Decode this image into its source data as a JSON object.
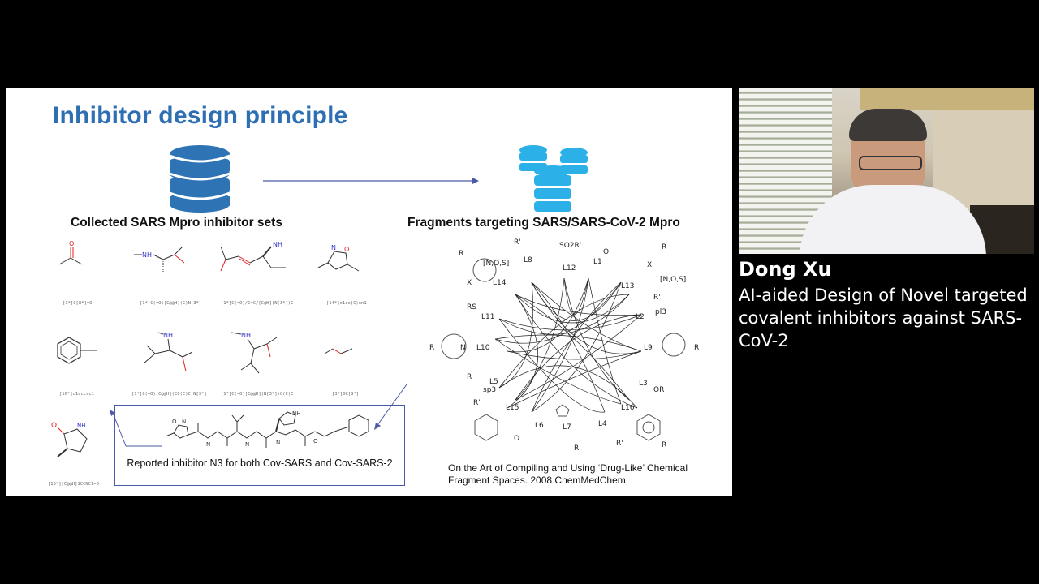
{
  "slide": {
    "title": "Inhibitor design principle",
    "left_label": "Collected SARS Mpro inhibitor sets",
    "right_label": "Fragments targeting SARS/SARS-CoV-2 Mpro",
    "smiles": [
      "[1*]C[8*]=O",
      "[1*]C(=O)[C@@H](C)N[3*]",
      "[1*]C(=O)/C=C/[C@H](N[3*])C",
      "[14*]c1cc(C)on1",
      "[16*]c1ccccc1",
      "[1*]C(=O)[C@@H](CC(C)C)N[3*]",
      "[1*]C(=O)[C@@H](N[3*])C(C)C",
      "[3*]OC[8*]",
      "[15*][C@@H]1CCNC1=O"
    ],
    "inhibitor_caption": "Reported inhibitor N3 for both Cov-SARS and Cov-SARS-2",
    "citation_line1": "On the Art of Compiling and Using ‘Drug-Like’ Chemical",
    "citation_line2": "Fragment Spaces. 2008  ChemMedChem",
    "fragment_labels": {
      "R": "R",
      "Rp": "R'",
      "NOS": "[N,O,S]",
      "SO2R": "SO2R'",
      "RS": "RS",
      "OR": "OR",
      "sp3": "sp3",
      "pl3": "pl3",
      "X": "X",
      "N": "N",
      "O": "O",
      "L1": "L1",
      "L2": "L2",
      "L3": "L3",
      "L4": "L4",
      "L5": "L5",
      "L6": "L6",
      "L7": "L7",
      "L8": "L8",
      "L9": "L9",
      "L10": "L10",
      "L11": "L11",
      "L12": "L12",
      "L13": "L13",
      "L14": "L14",
      "L15": "L15",
      "L16": "L16"
    },
    "colors": {
      "title": "#2e6fb3",
      "db_icon": "#2e74b5",
      "arrow": "#4a5aa6"
    }
  },
  "speaker": {
    "name": "Dong Xu",
    "talk_title": "AI-aided Design of Novel targeted covalent inhibitors against SARS-CoV-2"
  }
}
